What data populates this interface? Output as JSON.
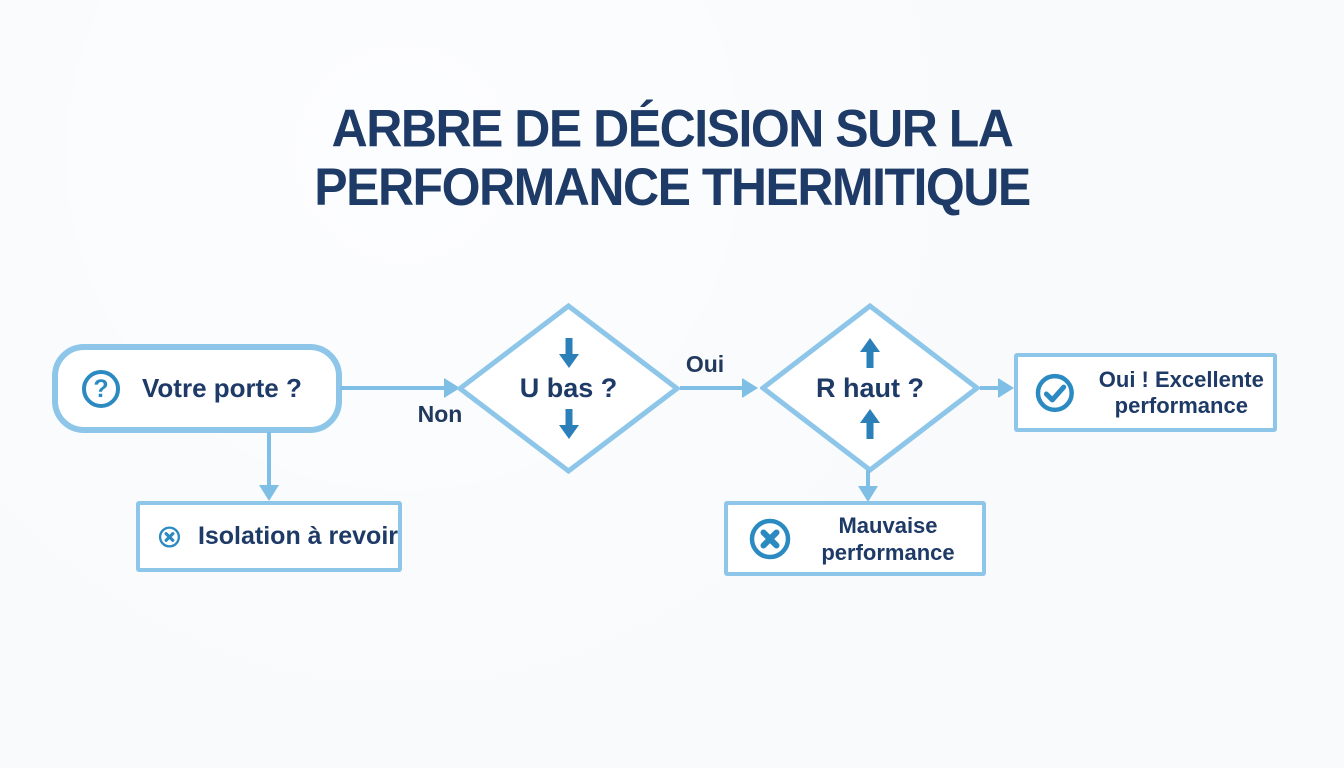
{
  "title": {
    "line1": "ARBRE DE DÉCISION SUR LA",
    "line2": "PERFORMANCE THERMITIQUE"
  },
  "diagram": {
    "start": {
      "label": "Votre porte ?",
      "icon": "question-circle"
    },
    "decision_u": {
      "label": "U bas ?",
      "arrows": "down"
    },
    "decision_r": {
      "label": "R haut ?",
      "arrows": "up"
    },
    "outcome_success": {
      "label": "Oui ! Excellente performance",
      "icon": "check-circle"
    },
    "outcome_isolation": {
      "label": "Isolation à revoir",
      "icon": "x-circle"
    },
    "outcome_bad": {
      "label": "Mauvaise performance",
      "icon": "x-circle"
    },
    "edge_labels": {
      "non": "Non",
      "oui": "Oui"
    },
    "icon_glyphs": {
      "question": "?"
    }
  },
  "colors": {
    "background": "#f8fafc",
    "navy": "#1e3a66",
    "border_blue": "#8dc6e9",
    "connector_blue": "#7fbfe5",
    "arrow_blue": "#2b80b9",
    "icon_blue": "#2b8ac1"
  }
}
